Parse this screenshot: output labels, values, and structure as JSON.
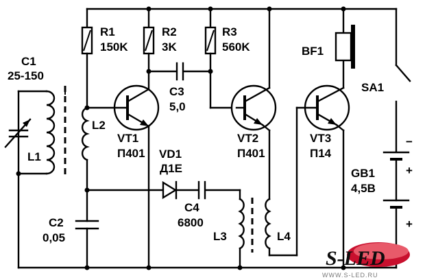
{
  "components": {
    "C1": {
      "ref": "C1",
      "value": "25-150"
    },
    "L1": {
      "ref": "L1"
    },
    "L2": {
      "ref": "L2"
    },
    "R1": {
      "ref": "R1",
      "value": "150K"
    },
    "R2": {
      "ref": "R2",
      "value": "3K"
    },
    "R3": {
      "ref": "R3",
      "value": "560K"
    },
    "C3": {
      "ref": "C3",
      "value": "5,0"
    },
    "VT1": {
      "ref": "VT1",
      "value": "П401"
    },
    "VT2": {
      "ref": "VT2",
      "value": "П401"
    },
    "VT3": {
      "ref": "VT3",
      "value": "П14"
    },
    "VD1": {
      "ref": "VD1",
      "value": "Д1Е"
    },
    "C4": {
      "ref": "C4",
      "value": "6800"
    },
    "C2": {
      "ref": "C2",
      "value": "0,05"
    },
    "L3": {
      "ref": "L3"
    },
    "L4": {
      "ref": "L4"
    },
    "BF1": {
      "ref": "BF1"
    },
    "SA1": {
      "ref": "SA1"
    },
    "GB1": {
      "ref": "GB1",
      "value": "4,5В"
    }
  },
  "battery_polarity": {
    "plus": "+",
    "minus": "−"
  },
  "watermark": {
    "logo": "S-LED",
    "url": "WWW.S-LED.RU"
  }
}
